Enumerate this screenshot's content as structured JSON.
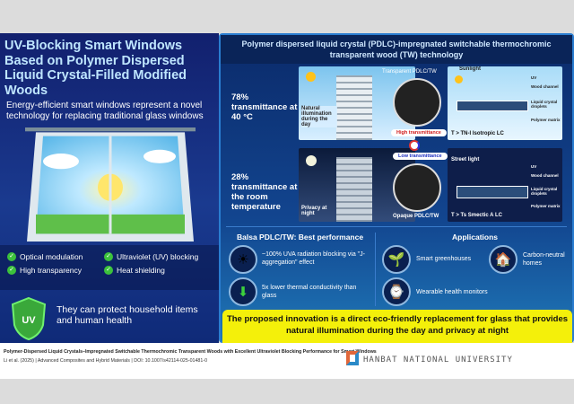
{
  "left": {
    "title": "UV-Blocking Smart Windows Based on Polymer Dispersed Liquid Crystal-Filled Modified Woods",
    "subtitle": "Energy-efficient smart windows represent a novel technology for replacing traditional glass windows",
    "features": [
      "Optical modulation",
      "Ultraviolet (UV) blocking",
      "High transparency",
      "Heat shielding"
    ],
    "shield_label": "UV",
    "protect": "They can protect household items and human health"
  },
  "right": {
    "header": "Polymer dispersed liquid crystal (PDLC)-impregnated switchable thermochromic transparent wood (TW) technology",
    "day": {
      "transmittance": "78% transmittance at 40 °C",
      "scene_label": "Natural illumination during the day",
      "sample_label": "Transparent PDLC/TW",
      "state": "High transmittance",
      "sunlight": "Sunlight",
      "uv": "UV",
      "wood_channel": "Wood channel",
      "lc": "Liquid crystal droplets",
      "matrix": "Polymer matrix",
      "condition": "T > TN-I Isotropic LC"
    },
    "night": {
      "transmittance": "28% transmittance at the room temperature",
      "scene_label": "Privacy at night",
      "sample_label": "Opaque PDLC/TW",
      "state": "Low transmittance",
      "streetlight": "Street light",
      "uv": "UV",
      "wood_channel": "Wood channel",
      "lc": "Liquid crystal droplets",
      "matrix": "Polymer matrix",
      "condition": "T > Ts Smectic A LC"
    },
    "performance": {
      "title": "Balsa PDLC/TW: Best performance",
      "items": [
        "~100% UVA radiation blocking via \"J-aggregation\" effect",
        "5x lower thermal conductivity than glass"
      ]
    },
    "applications": {
      "title": "Applications",
      "items": [
        "Smart greenhouses",
        "Carbon-neutral homes",
        "Wearable health monitors"
      ]
    },
    "banner": "The proposed innovation is a direct eco-friendly replacement for glass that provides natural illumination during the day and privacy at night"
  },
  "footer": {
    "citation_title": "Polymer-Dispersed Liquid Crystals–Impregnated Switchable Thermochromic Transparent Woods with Excellent Ultraviolet Blocking Performance for Smart Windows",
    "citation_info": "Li et al. (2025)  |  Advanced Composites and Hybrid Materials  |  DOI: 10.1007/s42114-025-01481-0",
    "university": "HANBAT NATIONAL UNIVERSITY"
  },
  "colors": {
    "navy": "#12206e",
    "banner": "#f4f00a",
    "check": "#3cc23c"
  }
}
